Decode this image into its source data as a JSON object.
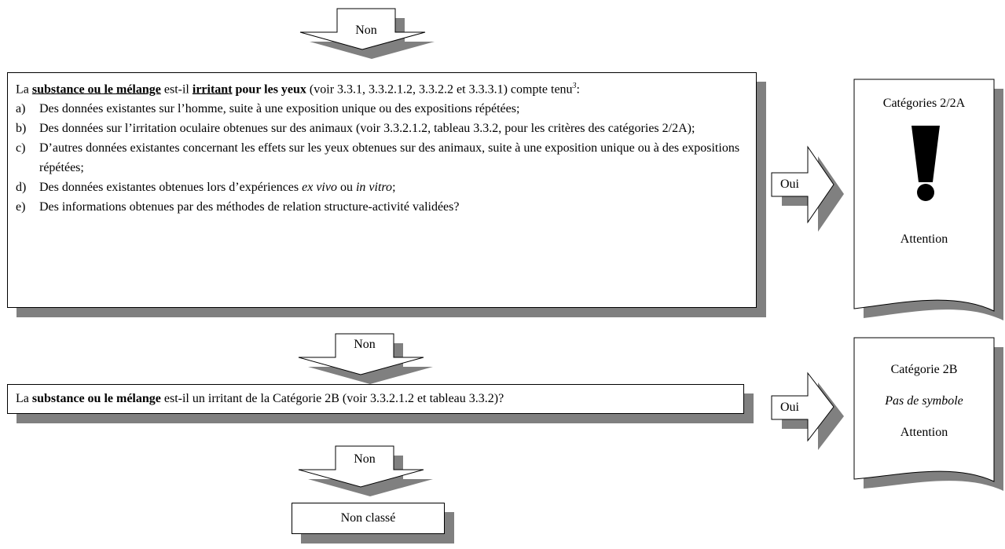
{
  "arrows": {
    "non_1": "Non",
    "non_2": "Non",
    "non_3": "Non",
    "oui_1": "Oui",
    "oui_2": "Oui"
  },
  "question1": {
    "prefix": "La",
    "subject": "substance ou le mélange",
    "verb": "est-il",
    "irritant": "irritant",
    "eyes": "pour les yeux",
    "refs": "(voir 3.3.1, 3.3.2.1.2, 3.3.2.2 et 3.3.3.1) compte tenu",
    "footnote": "3",
    "colon": ":",
    "items": [
      {
        "label": "a)",
        "text": "Des données existantes sur l’homme, suite à une exposition unique ou des expositions répétées;"
      },
      {
        "label": "b)",
        "text": "Des données sur l’irritation oculaire obtenues sur des animaux (voir 3.3.2.1.2, tableau 3.3.2, pour les critères des catégories 2/2A);"
      },
      {
        "label": "c)",
        "text": "D’autres données existantes concernant les effets sur les yeux obtenues sur des animaux, suite à une exposition unique ou à des expositions répétées;"
      },
      {
        "label": "d)",
        "text_before": "Des données existantes obtenues lors d’expériences",
        "ex_vivo": "ex vivo",
        "ou": "ou",
        "in_vitro": "in vitro",
        "text_after": ";"
      },
      {
        "label": "e)",
        "text": "Des informations obtenues par des méthodes de relation structure-activité validées?"
      }
    ]
  },
  "question2": {
    "prefix": "La",
    "subject": "substance ou le mélange",
    "rest": "est-il un irritant de la Catégorie 2B (voir 3.3.2.1.2 et tableau 3.3.2)?"
  },
  "result1": {
    "title": "Catégories 2/2A",
    "symbol": "exclamation-mark",
    "signal": "Attention"
  },
  "result2": {
    "title": "Catégorie 2B",
    "symbol_text": "Pas de symbole",
    "signal": "Attention"
  },
  "final": {
    "label": "Non classé"
  }
}
